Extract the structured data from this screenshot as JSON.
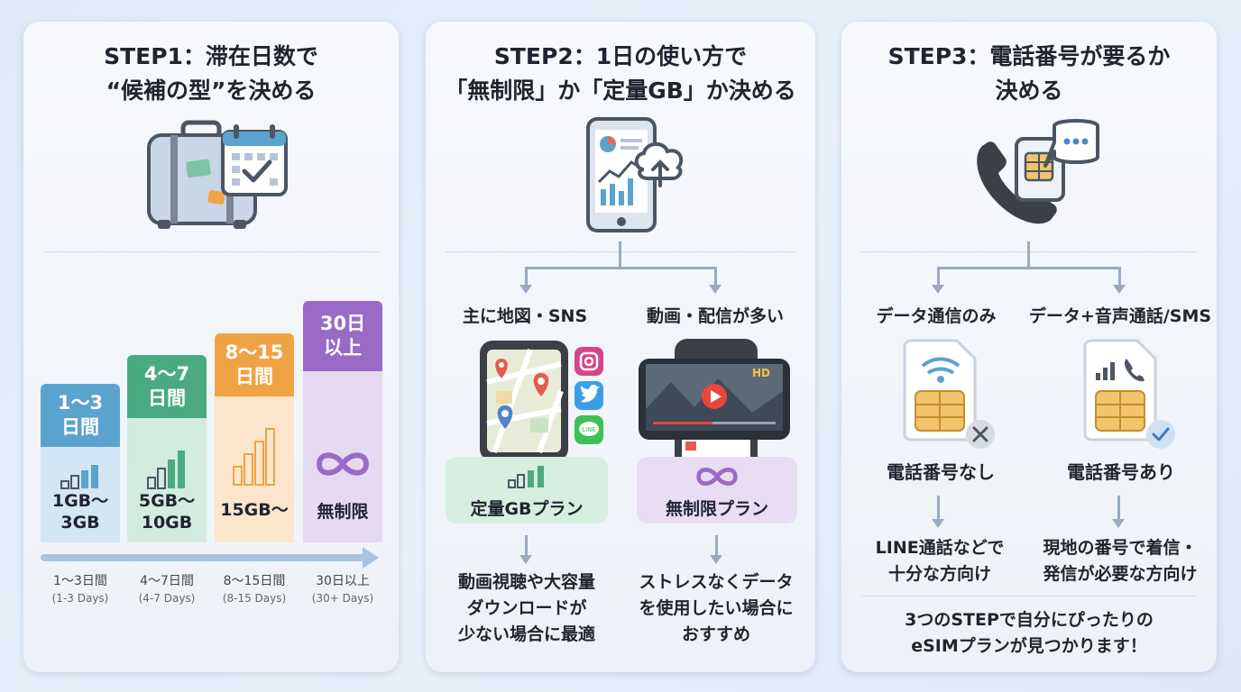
{
  "step1": {
    "title_l1": "STEP1：滞在日数で",
    "title_l2": "“候補の型”を決める",
    "columns": [
      {
        "head_l1": "1〜3",
        "head_l2": "日間",
        "cap_l1": "1GB〜",
        "cap_l2": "3GB",
        "xlabel": "1〜3日間",
        "xsub": "(1-3 Days)",
        "head_color": "#5aa3cf",
        "body_color": "#d3e6f3"
      },
      {
        "head_l1": "4〜7",
        "head_l2": "日間",
        "cap_l1": "5GB〜",
        "cap_l2": "10GB",
        "xlabel": "4〜7日間",
        "xsub": "(4-7 Days)",
        "head_color": "#4aaa82",
        "body_color": "#d2ecdf"
      },
      {
        "head_l1": "8〜15",
        "head_l2": "日間",
        "cap_l1": "15GB〜",
        "cap_l2": "",
        "xlabel": "8〜15日間",
        "xsub": "(8-15 Days)",
        "head_color": "#f0a345",
        "body_color": "#fbe6cc"
      },
      {
        "head_l1": "30日",
        "head_l2": "以上",
        "cap_l1": "無制限",
        "cap_l2": "",
        "xlabel": "30日以上",
        "xsub": "(30+ Days)",
        "head_color": "#9a6bc6",
        "body_color": "#e6daf3"
      }
    ]
  },
  "step2": {
    "title_l1": "STEP2：1日の使い方で",
    "title_l2": "「無制限」か「定量GB」か決める",
    "left": {
      "label": "主に地図・SNS",
      "plan": "定量GBプラン",
      "desc_l1": "動画視聴や大容量",
      "desc_l2": "ダウンロードが",
      "desc_l3": "少ない場合に最適"
    },
    "right": {
      "label": "動画・配信が多い",
      "plan": "無制限プラン",
      "desc_l1": "ストレスなくデータ",
      "desc_l2": "を使用したい場合に",
      "desc_l3": "おすすめ",
      "video_badge": "HD"
    }
  },
  "step3": {
    "title_l1": "STEP3：電話番号が要るか",
    "title_l2": "決める",
    "left": {
      "label": "データ通信のみ",
      "result": "電話番号なし",
      "desc_l1": "LINE通話などで",
      "desc_l2": "十分な方向け"
    },
    "right": {
      "label": "データ+音声通話/SMS",
      "result": "電話番号あり",
      "desc_l1": "現地の番号で着信・",
      "desc_l2": "発信が必要な方向け"
    },
    "footer_l1": "3つのSTEPで自分にぴったりの",
    "footer_l2": "eSIMプランが見つかります！"
  },
  "colors": {
    "accent_blue": "#5aa3cf",
    "accent_green": "#4aaa82",
    "accent_orange": "#f0a345",
    "accent_purple": "#9a6bc6",
    "connector": "#9aaac2"
  }
}
